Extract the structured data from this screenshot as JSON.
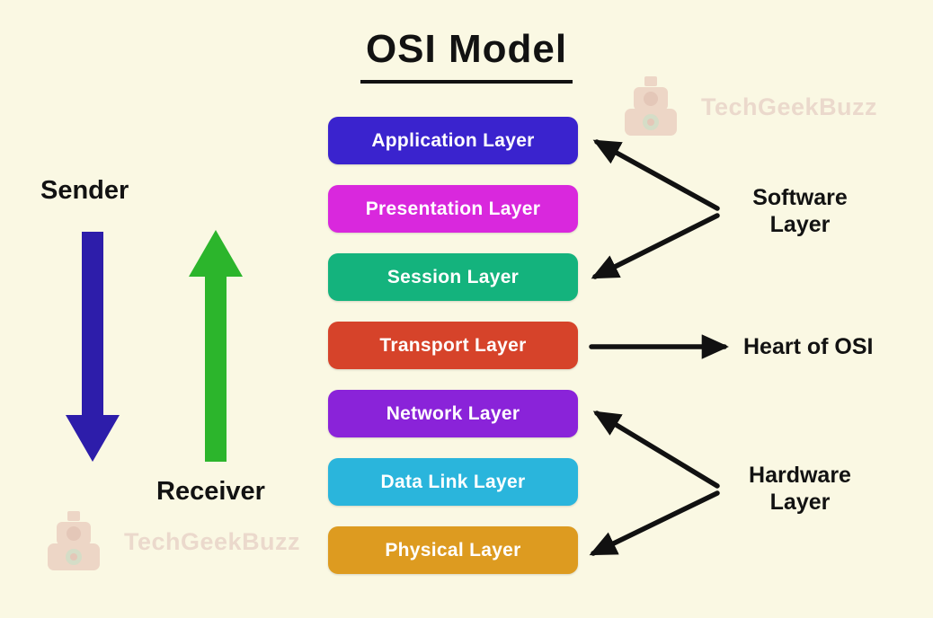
{
  "title": "OSI Model",
  "layers": [
    {
      "label": "Application Layer",
      "color": "#3a23ce"
    },
    {
      "label": "Presentation Layer",
      "color": "#d928dd"
    },
    {
      "label": "Session Layer",
      "color": "#14b37d"
    },
    {
      "label": "Transport Layer",
      "color": "#d6432a"
    },
    {
      "label": "Network Layer",
      "color": "#8a23d9"
    },
    {
      "label": "Data Link Layer",
      "color": "#2ab5dc"
    },
    {
      "label": "Physical Layer",
      "color": "#dd9b20"
    }
  ],
  "sender": {
    "label": "Sender",
    "arrow_color": "#2d1daa"
  },
  "receiver": {
    "label": "Receiver",
    "arrow_color": "#2cb52c"
  },
  "annotations": {
    "software": "Software Layer",
    "heart": "Heart of OSI",
    "hardware": "Hardware Layer",
    "arrow_color": "#111111"
  },
  "watermark": {
    "text": "TechGeekBuzz"
  }
}
